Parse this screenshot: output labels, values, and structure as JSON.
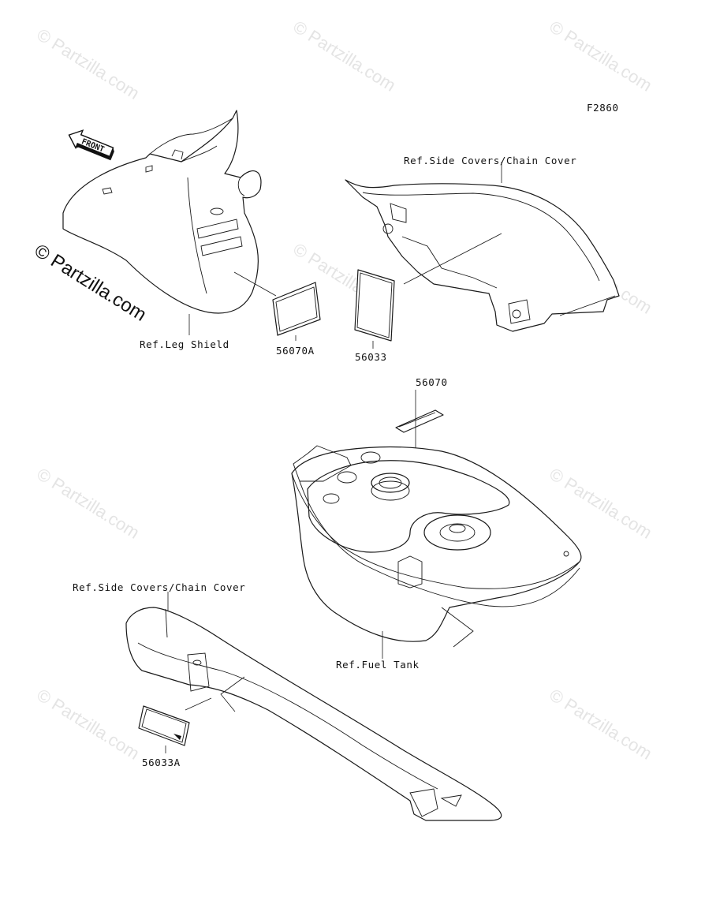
{
  "figure_code": "F2860",
  "front_label": "FRONT",
  "watermark_text": "© Partzilla.com",
  "labels": {
    "leg_shield": "Ref.Leg Shield",
    "side_covers_top": "Ref.Side Covers/Chain Cover",
    "side_covers_bottom": "Ref.Side Covers/Chain Cover",
    "fuel_tank": "Ref.Fuel Tank"
  },
  "part_numbers": {
    "p56070A": "56070A",
    "p56033": "56033",
    "p56070": "56070",
    "p56033A": "56033A"
  },
  "colors": {
    "line": "#1a1a1a",
    "background": "#ffffff",
    "watermark": "#cfcfcf"
  }
}
